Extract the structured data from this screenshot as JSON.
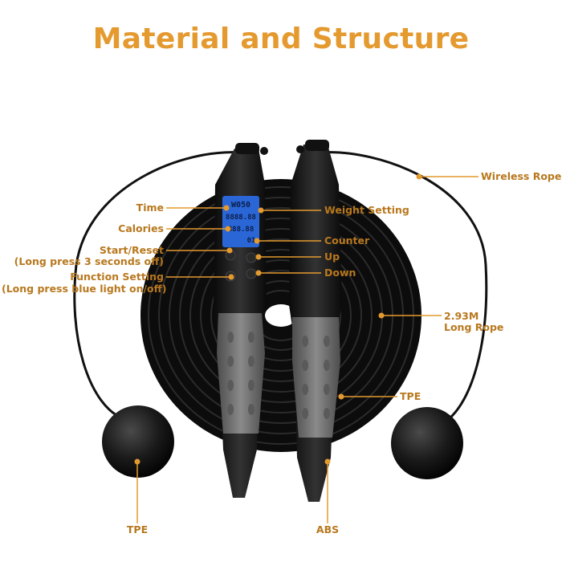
{
  "title": "Material and Structure",
  "labels": {
    "time": "Time",
    "calories": "Calories",
    "start_reset": "Start/Reset",
    "start_reset_note": "(Long press 3 seconds off)",
    "function_setting": "Function Setting",
    "function_setting_note": "(Long press blue light on/off)",
    "weight_setting": "Weight Setting",
    "counter": "Counter",
    "up": "Up",
    "down": "Down",
    "wireless_rope": "Wireless Rope",
    "rope_length": "2.93M",
    "long_rope": "Long Rope",
    "tpe_handle": "TPE",
    "tpe_ball": "TPE",
    "abs": "ABS"
  },
  "lcd": {
    "row1": "W050",
    "row2": "8888.88",
    "row3": "888.88",
    "row4": "01"
  },
  "colors": {
    "accent": "#e49a2f",
    "label": "#b8781e",
    "handle": "#1a1a1a",
    "grip": "#6f6f6f",
    "lcd": "#2a66d6"
  }
}
